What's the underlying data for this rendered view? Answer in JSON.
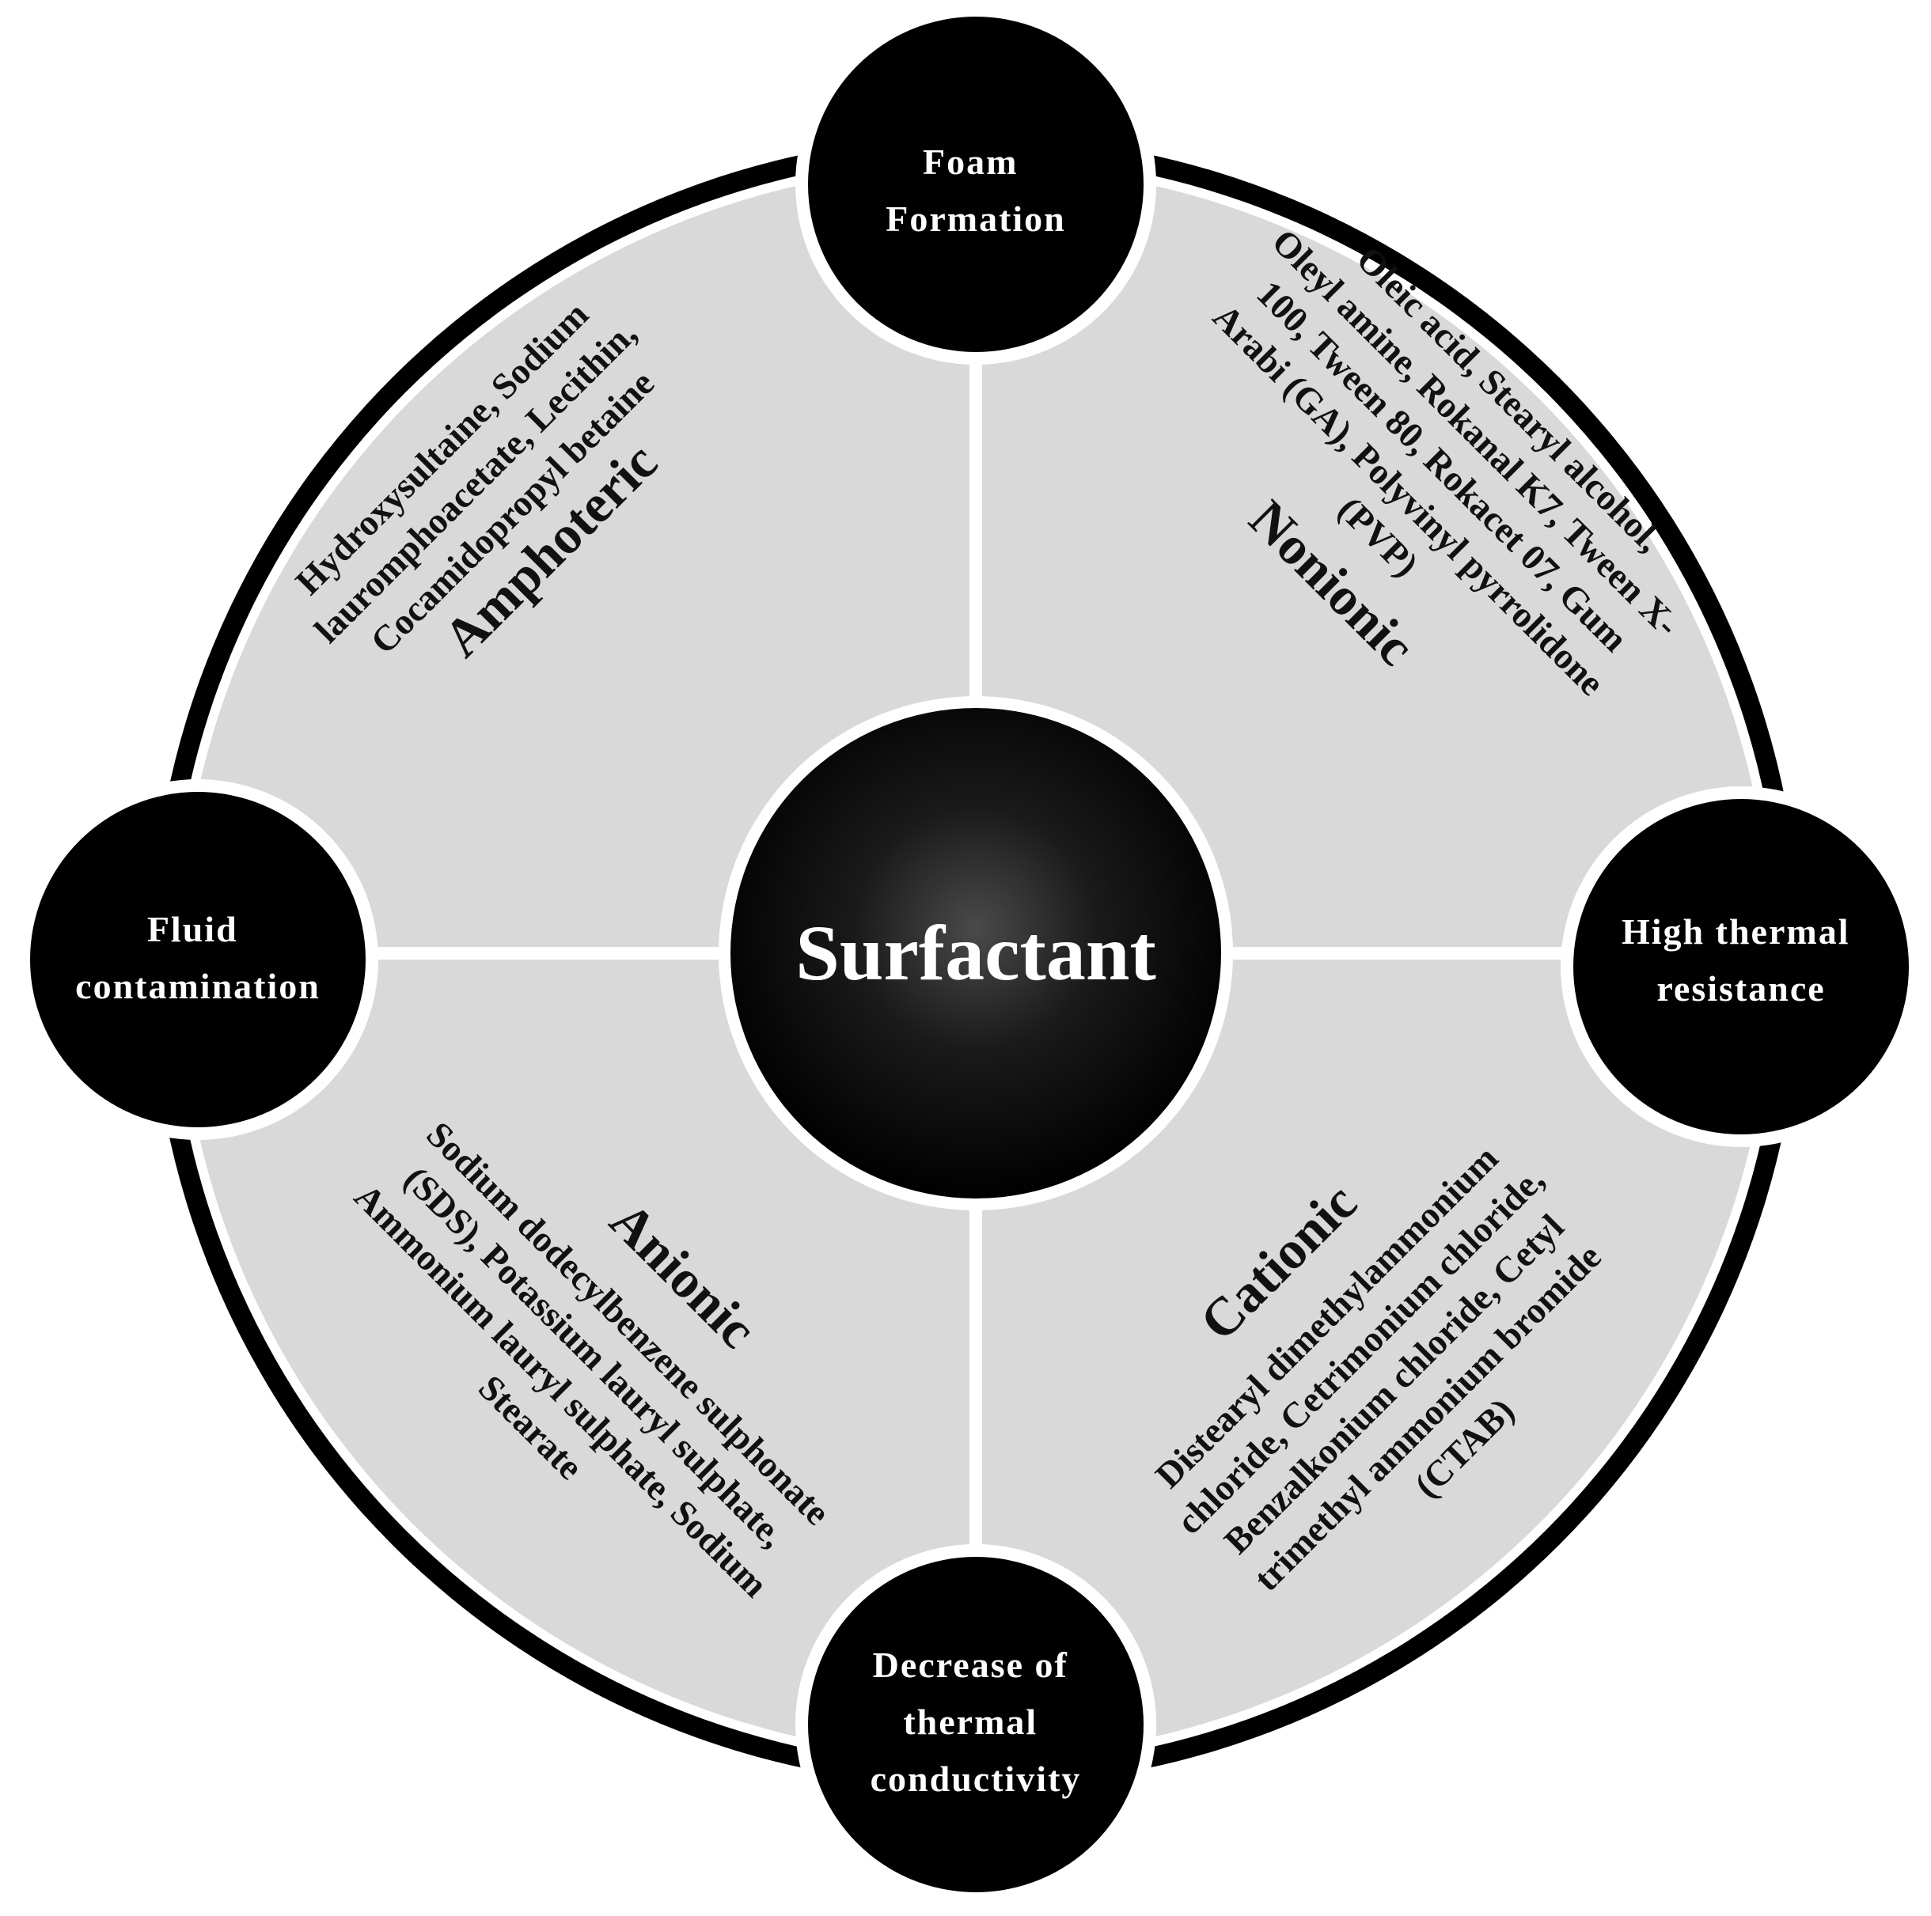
{
  "center": {
    "label": "Surfactant"
  },
  "nodes": {
    "top": {
      "lines": [
        "Foam",
        "Formation"
      ]
    },
    "right": {
      "lines": [
        "High thermal",
        "resistance"
      ]
    },
    "bottom": {
      "lines": [
        "Decrease of",
        "thermal",
        "conductivity"
      ]
    },
    "left": {
      "lines": [
        "Fluid",
        "contamination"
      ]
    }
  },
  "quadrants": {
    "amphoteric": {
      "title": "Amphoteric",
      "examples": [
        "Hydroxysultaine, Sodium",
        "lauromphoacetate, Lecithin,",
        "Cocamidopropyl betaine"
      ]
    },
    "nonionic": {
      "title": "Nonionic",
      "examples": [
        "Oleic acid, Stearyl alcohol,",
        "Oleyl amine, Rokanal K7, Tween X-",
        "100, Tween 80, Rokacet 07, Gum",
        "Arabi (GA), Polyvinyl pyrrolidone",
        "(PVP)"
      ]
    },
    "anionic": {
      "title": "Anionic",
      "examples": [
        "Sodium dodecylbenzene sulphonate",
        "(SDS), Potassium lauryl sulphate,",
        "Ammonium lauryl sulphate, Sodium",
        "Stearate"
      ]
    },
    "cationic": {
      "title": "Cationic",
      "examples": [
        "Distearyl dimethylammonium",
        "chloride, Cetrimonium chloride,",
        "Benzalkonium chloride, Cetyl",
        "trimethyl ammonium bromide",
        "(CTAB)"
      ]
    }
  },
  "colors": {
    "ring": "#000000",
    "quadrant_fill": "#d9d9d9",
    "divider": "#ffffff",
    "node_fill": "#000000",
    "node_text": "#ffffff",
    "quadrant_text": "#111111"
  }
}
